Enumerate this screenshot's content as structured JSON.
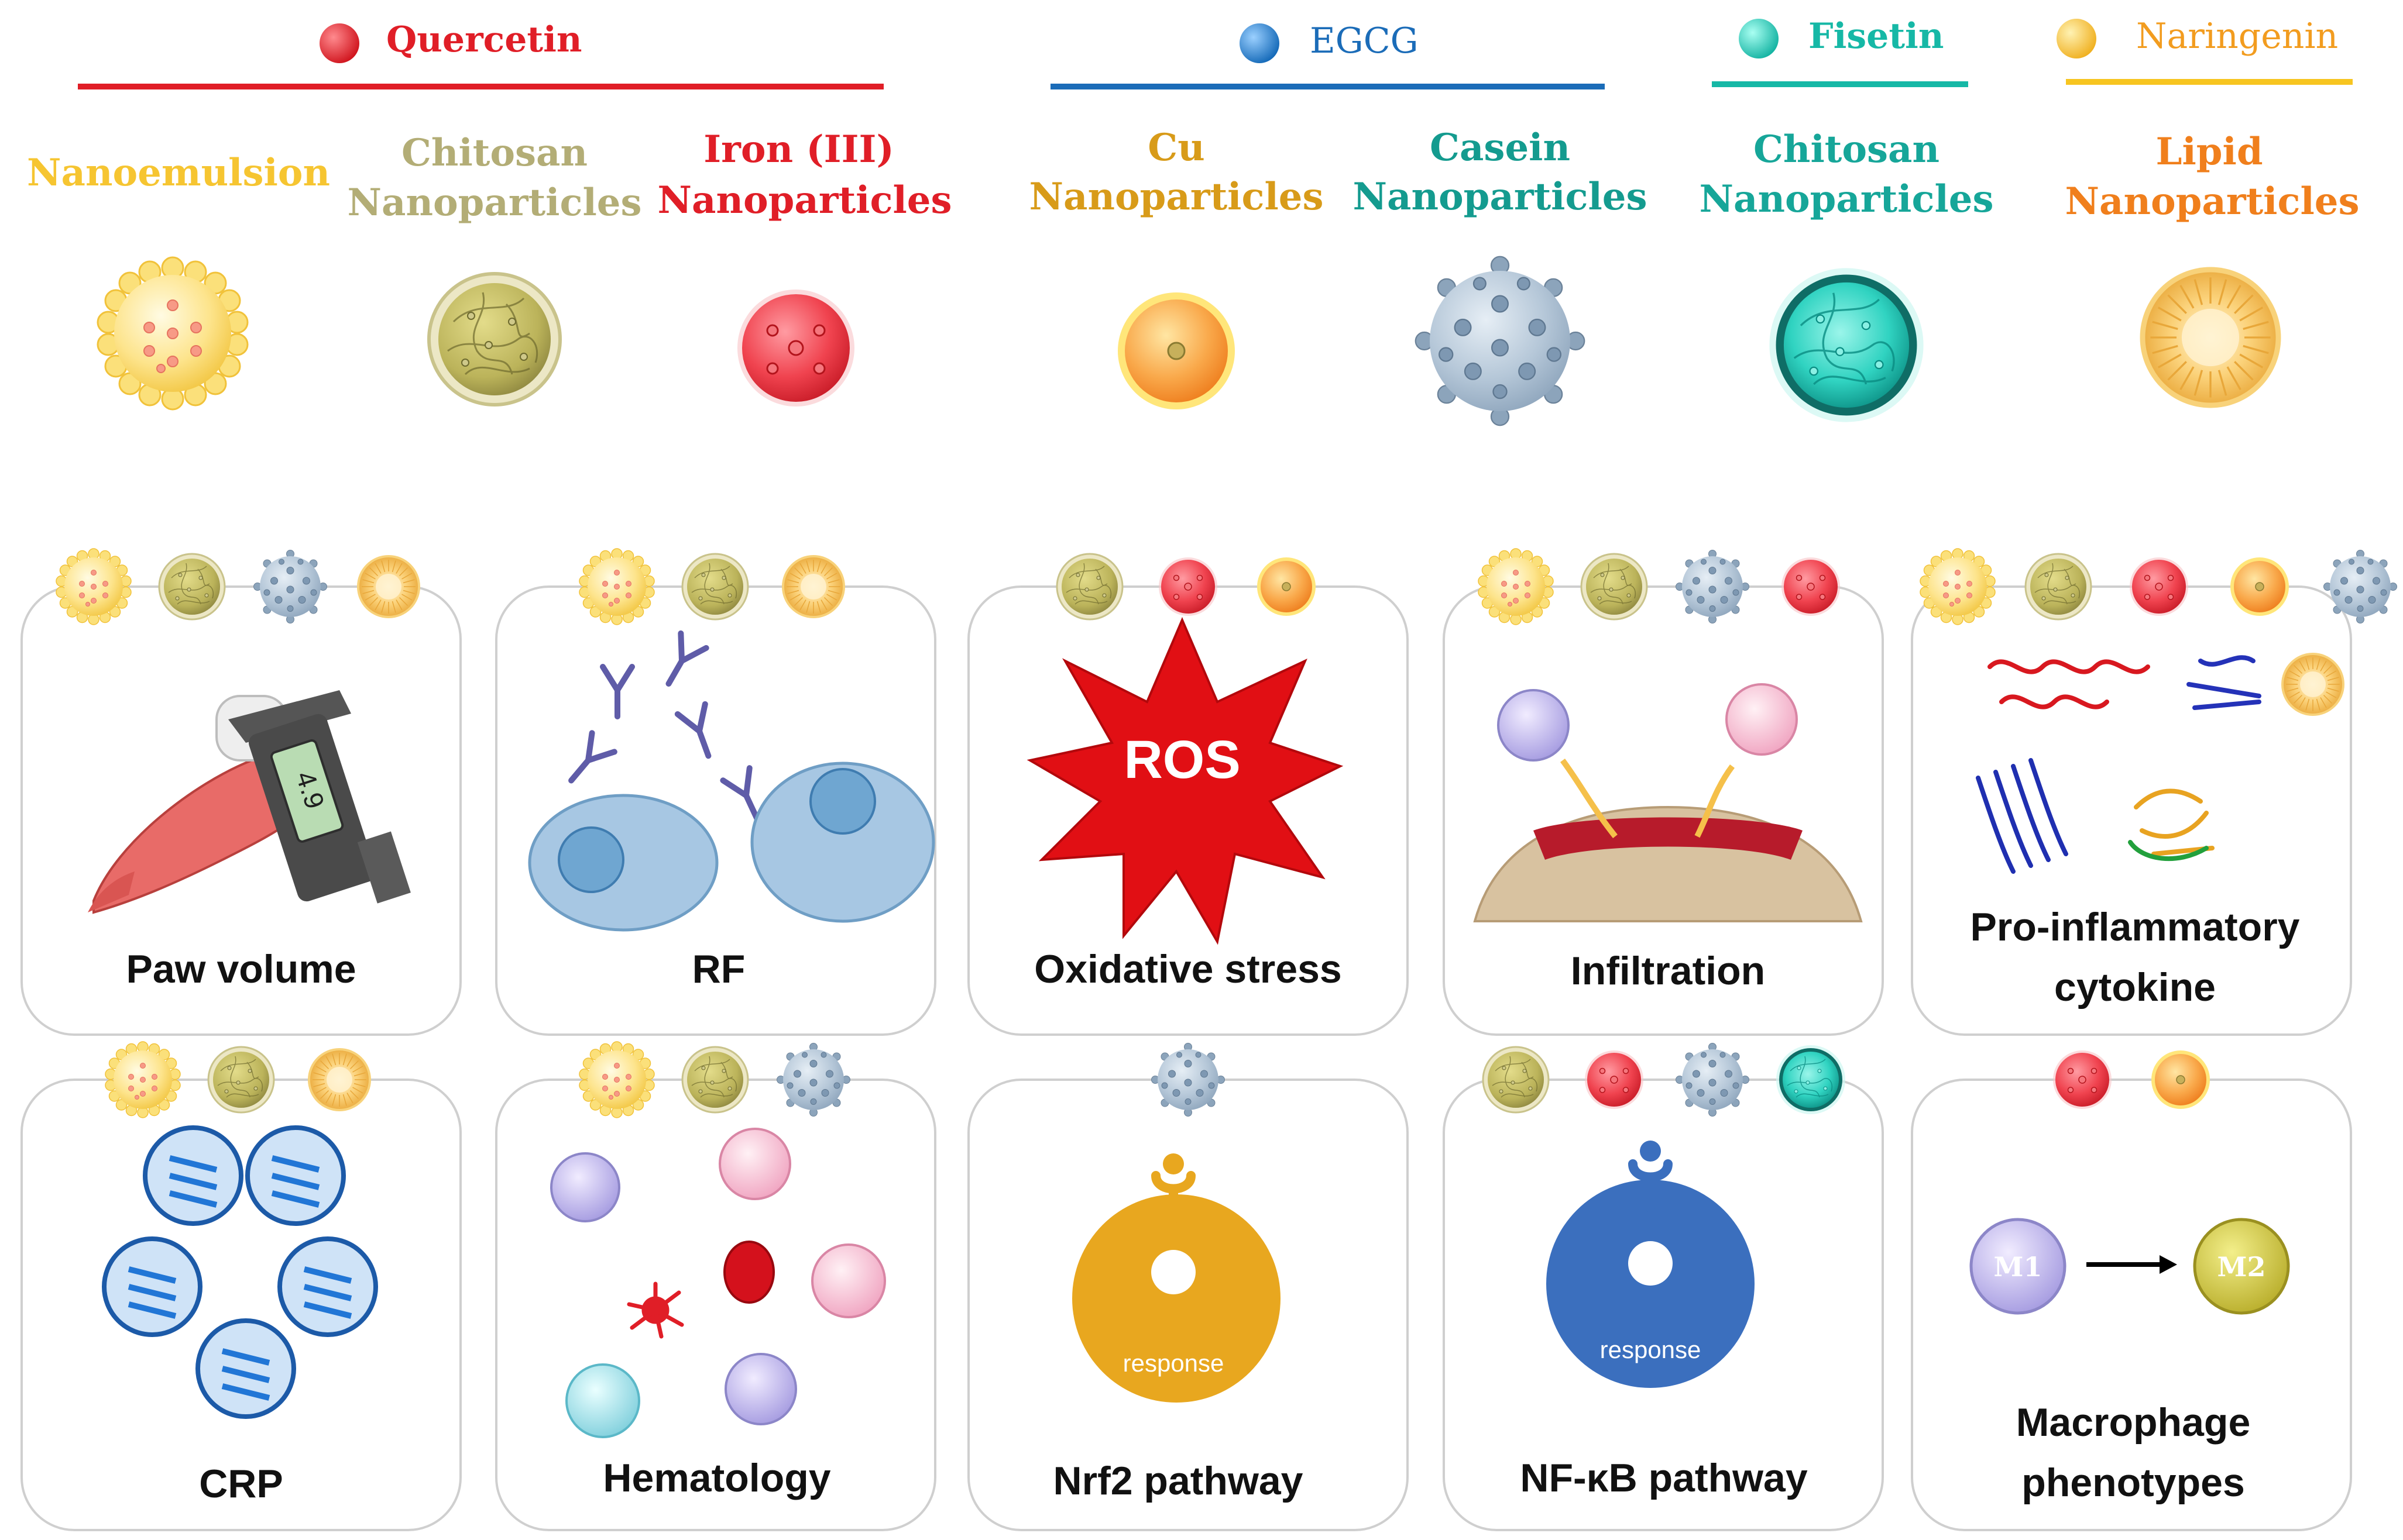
{
  "compounds": [
    {
      "name": "Quercetin",
      "color": "#e01e27"
    },
    {
      "name": "EGCG",
      "color": "#1b6cb8"
    },
    {
      "name": "Fisetin",
      "color": "#16b8a6"
    },
    {
      "name": "Naringenin",
      "color": "#f29c1f"
    }
  ],
  "carriers": [
    {
      "label_1": "Nanoemulsion",
      "label_2": "",
      "color": "#f6c531",
      "kind": "nanoemulsion"
    },
    {
      "label_1": "Chitosan",
      "label_2": "Nanoparticles",
      "color": "#b3ad76",
      "kind": "chitosan"
    },
    {
      "label_1": "Iron (III)",
      "label_2": "Nanoparticles",
      "color": "#e01e27",
      "kind": "iron"
    },
    {
      "label_1": "Cu",
      "label_2": "Nanoparticles",
      "color": "#d89b19",
      "kind": "cu"
    },
    {
      "label_1": "Casein",
      "label_2": "Nanoparticles",
      "color": "#149b8f",
      "kind": "casein"
    },
    {
      "label_1": "Chitosan",
      "label_2": "Nanoparticles",
      "color": "#16a699",
      "kind": "chitosan_teal"
    },
    {
      "label_1": "Lipid",
      "label_2": "Nanoparticles",
      "color": "#f07f1c",
      "kind": "lipid"
    }
  ],
  "outcomes": [
    {
      "label": "Paw volume",
      "carriers": [
        "nanoemulsion",
        "chitosan",
        "casein",
        "lipid"
      ]
    },
    {
      "label": "RF",
      "carriers": [
        "nanoemulsion",
        "chitosan",
        "lipid"
      ]
    },
    {
      "label": "Oxidative stress",
      "carriers": [
        "chitosan",
        "iron",
        "cu"
      ]
    },
    {
      "label": "Infiltration",
      "carriers": [
        "nanoemulsion",
        "chitosan",
        "casein",
        "iron"
      ]
    },
    {
      "label": "Pro-inflammatory cytokine",
      "carriers": [
        "nanoemulsion",
        "chitosan",
        "iron",
        "cu",
        "casein",
        "chitosan_teal",
        "lipid"
      ]
    },
    {
      "label": "CRP",
      "carriers": [
        "nanoemulsion",
        "chitosan",
        "lipid"
      ]
    },
    {
      "label": "Hematology",
      "carriers": [
        "nanoemulsion",
        "chitosan",
        "casein"
      ]
    },
    {
      "label": "Nrf2 pathway",
      "carriers": [
        "casein"
      ]
    },
    {
      "label": "NF-κB pathway",
      "carriers": [
        "chitosan",
        "iron",
        "casein",
        "chitosan_teal"
      ]
    },
    {
      "label": "Macrophage phenotypes",
      "carriers": [
        "iron",
        "cu"
      ]
    }
  ],
  "illustrations": {
    "caliper_reading": "4.9",
    "ros_label": "ROS",
    "response_label": "response",
    "macrophage_m1": "M1",
    "macrophage_m2": "M2"
  }
}
